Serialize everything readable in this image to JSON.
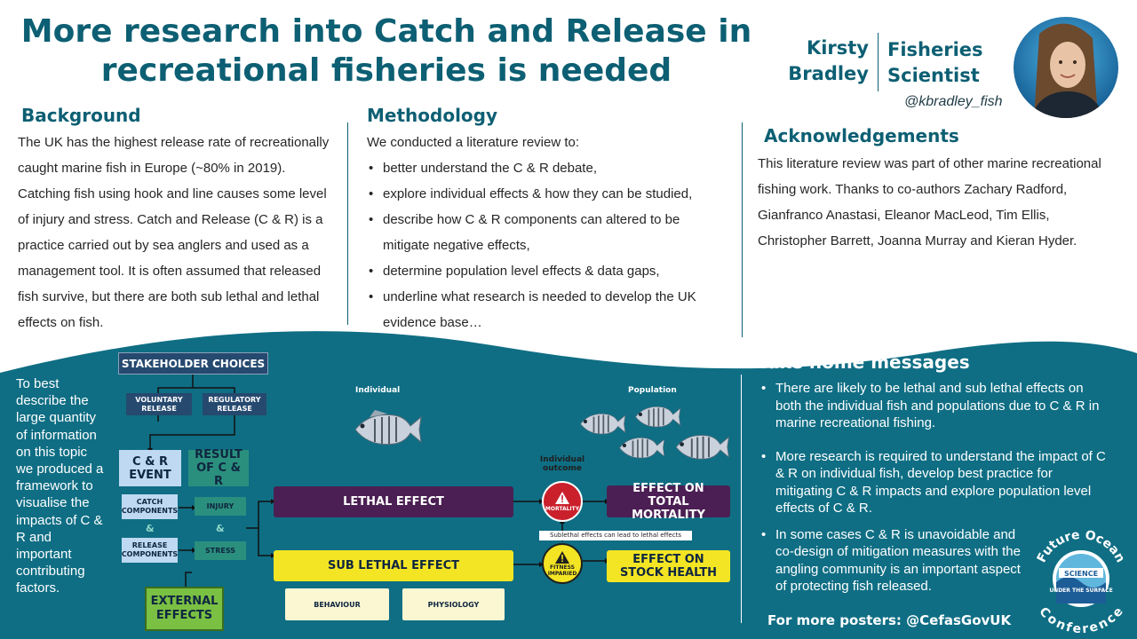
{
  "title": "More research into Catch and Release in recreational fisheries is needed",
  "author": {
    "first": "Kirsty",
    "last": "Bradley",
    "role_line1": "Fisheries",
    "role_line2": "Scientist",
    "handle": "@kbradley_fish"
  },
  "background": {
    "heading": "Background",
    "text": "The UK has the highest release rate of recreationally caught marine fish in Europe (~80% in 2019). Catching fish using hook and line causes some level of injury and stress. Catch and Release (C & R) is a practice carried out by sea anglers and used as a management tool. It is often assumed that released fish survive, but there are both sub lethal and lethal effects on fish."
  },
  "methodology": {
    "heading": "Methodology",
    "intro": "We conducted a literature review to:",
    "items": [
      "better understand the C & R debate,",
      "explore individual effects & how they can be studied,",
      "describe how C & R components can altered to be mitigate negative effects,",
      "determine population level effects & data gaps,",
      "underline what research is needed to develop the UK evidence base…"
    ]
  },
  "acknowledgements": {
    "heading": "Acknowledgements",
    "text": "This literature review was part of other marine recreational fishing work. Thanks to co-authors Zachary Radford, Gianfranco Anastasi, Eleanor MacLeod, Tim Ellis, Christopher Barrett, Joanna Murray and Kieran Hyder."
  },
  "framework_text": "To best describe the large quantity of information on this topic we produced a framework to visualise the impacts of C & R and important contributing factors.",
  "diagram": {
    "stakeholder": "STAKEHOLDER CHOICES",
    "voluntary": "VOLUNTARY RELEASE",
    "regulatory": "REGULATORY RELEASE",
    "cr_event": "C & R EVENT",
    "result": "RESULT OF C & R",
    "catch_components": "CATCH COMPONENTS",
    "release_components": "RELEASE COMPONENTS",
    "injury": "INJURY",
    "stress": "STRESS",
    "amp": "&",
    "external": "EXTERNAL EFFECTS",
    "individual": "Individual",
    "population": "Population",
    "individual_outcome": "Individual outcome",
    "lethal": "LETHAL EFFECT",
    "sub_lethal": "SUB LETHAL EFFECT",
    "mortality": "MORTALITY",
    "fitness": "FITNESS IMPARIED",
    "sublethal_note": "Sublethal effects can lead to lethal effects",
    "total_mortality": "EFFECT ON TOTAL MORTALITY",
    "stock_health": "EFFECT ON STOCK HEALTH",
    "behaviour": "BEHAVIOUR",
    "physiology": "PHYSIOLOGY"
  },
  "take_home": {
    "heading": "Take home messages",
    "items": [
      "There are likely to be lethal and sub lethal effects on both the individual fish and populations due to C & R in marine recreational fishing.",
      "More research is required to understand the impact of C & R on individual fish, develop best practice for mitigating C & R impacts and explore population level effects of C & R.",
      "In some cases C & R is unavoidable and co-design of mitigation measures with the angling community is an important aspect of protecting fish released."
    ]
  },
  "more_posters": "For more posters: @CefasGovUK",
  "logo": {
    "top": "Future Ocean",
    "science": "SCIENCE",
    "under": "UNDER THE SURFACE",
    "bottom": "Conference"
  },
  "colors": {
    "teal_dark": "#0d5f73",
    "wave": "#0f6e84",
    "lethal": "#4b1f53",
    "sub_lethal": "#f4e524",
    "mortality_red": "#c9202c"
  },
  "icons": [
    "person-photo",
    "fish-icon",
    "warning-icon",
    "conference-logo"
  ]
}
